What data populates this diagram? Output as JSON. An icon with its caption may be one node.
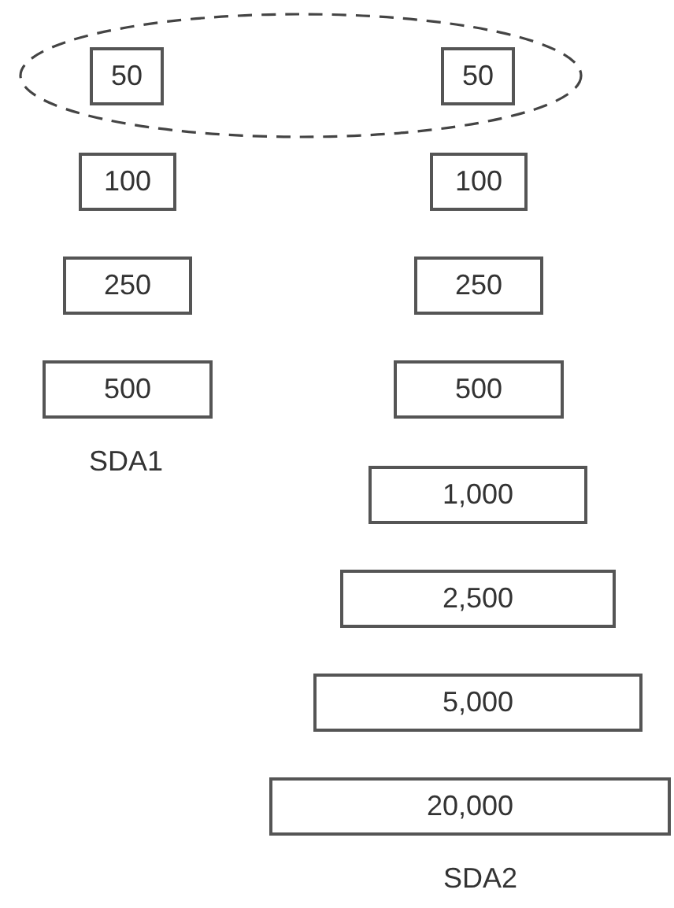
{
  "diagram": {
    "nodes": [
      {
        "text": [],
        "shape": "ellipse"
      },
      {
        "text": [
          "50"
        ],
        "in": 0
      },
      {
        "text": [
          "50"
        ],
        "in": 0
      },
      {
        "text": [
          "100"
        ]
      },
      {
        "text": [
          "100"
        ]
      },
      {
        "text": [
          "250"
        ]
      },
      {
        "text": [
          "250"
        ]
      },
      {
        "text": [
          "500"
        ]
      },
      {
        "text": [
          "500"
        ]
      },
      {
        "text": [
          "1,000"
        ]
      },
      {
        "text": [
          "2,500"
        ]
      },
      {
        "text": [
          "5,000"
        ]
      },
      {
        "text": [
          "20,000"
        ]
      }
    ],
    "edges": [],
    "labels": [
      "SDA1",
      "SDA2"
    ]
  }
}
